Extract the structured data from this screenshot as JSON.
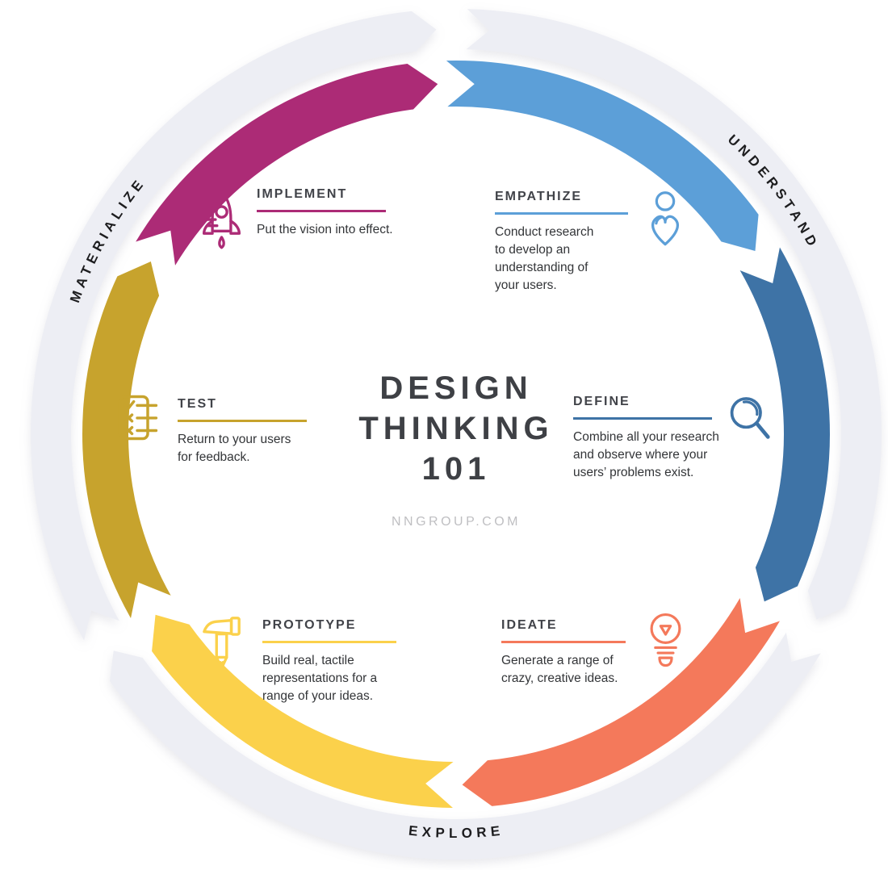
{
  "diagram": {
    "center": {
      "title": "DESIGN\nTHINKING\n101",
      "website": "NNGROUP.COM"
    },
    "phases": [
      {
        "id": "understand",
        "label": "UNDERSTAND"
      },
      {
        "id": "explore",
        "label": "EXPLORE"
      },
      {
        "id": "materialize",
        "label": "MATERIALIZE"
      }
    ],
    "stages": [
      {
        "id": "empathize",
        "label": "EMPATHIZE",
        "description": "Conduct research\nto develop an\nunderstanding of\nyour users.",
        "color": "#5C9FD8",
        "icon": "person-with-heart-icon"
      },
      {
        "id": "define",
        "label": "DEFINE",
        "description": "Combine all your research\nand observe where your\nusers’ problems exist.",
        "color": "#3E73A6",
        "icon": "magnifying-glass-icon"
      },
      {
        "id": "ideate",
        "label": "IDEATE",
        "description": "Generate a range of\ncrazy, creative ideas.",
        "color": "#F4795B",
        "icon": "lightbulb-icon"
      },
      {
        "id": "prototype",
        "label": "PROTOTYPE",
        "description": "Build real, tactile\nrepresentations for a\nrange of your ideas.",
        "color": "#FBD14B",
        "icon": "hammer-pencil-icon"
      },
      {
        "id": "test",
        "label": "TEST",
        "description": "Return to your users\nfor feedback.",
        "color": "#C7A32D",
        "icon": "checklist-icon"
      },
      {
        "id": "implement",
        "label": "IMPLEMENT",
        "description": "Put the vision into effect.",
        "color": "#AC2B76",
        "icon": "rocket-icon"
      }
    ],
    "wheel": {
      "outer_ring_color": "#EDEEF4",
      "phase_arcs": [
        {
          "name": "understand",
          "start": 1.5,
          "end": 114,
          "tip": 3.2
        },
        {
          "name": "explore",
          "start": 121,
          "end": 234.5,
          "tip": 3.2
        },
        {
          "name": "materialize",
          "start": 241,
          "end": 354,
          "tip": 3.2
        }
      ],
      "stage_arcs": [
        {
          "name": "empathize",
          "color": "#5C9FD8",
          "start": -1.5,
          "end": 54,
          "tip": 4.5
        },
        {
          "name": "define",
          "color": "#3E73A6",
          "start": 60,
          "end": 114,
          "tip": 4.5
        },
        {
          "name": "ideate",
          "color": "#F4795B",
          "start": 120,
          "end": 174.5,
          "tip": 4.5
        },
        {
          "name": "prototype",
          "color": "#FBD14B",
          "start": 180.5,
          "end": 234.5,
          "tip": 4.5
        },
        {
          "name": "test",
          "color": "#C7A32D",
          "start": 240.5,
          "end": 295,
          "tip": 4.5
        },
        {
          "name": "implement",
          "color": "#AC2B76",
          "start": 301,
          "end": 352.5,
          "tip": 4.5
        }
      ]
    }
  }
}
